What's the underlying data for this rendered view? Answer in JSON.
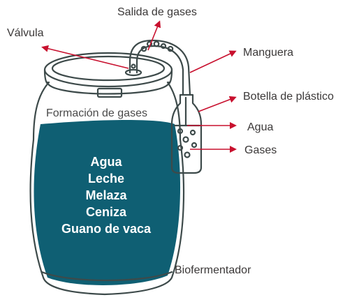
{
  "labels": {
    "salida": "Salida de gases",
    "valvula": "Válvula",
    "manguera": "Manguera",
    "botella": "Botella de plástico",
    "agua": "Agua",
    "gases": "Gases",
    "formacion": "Formación de gases",
    "biofermentador": "Biofermentador"
  },
  "contents": [
    "Agua",
    "Leche",
    "Melaza",
    "Ceniza",
    "Guano de vaca"
  ],
  "colors": {
    "liquid": "#0f5f73",
    "outline": "#3d4a4a",
    "arrow": "#c8102e",
    "text": "#3b3838"
  }
}
